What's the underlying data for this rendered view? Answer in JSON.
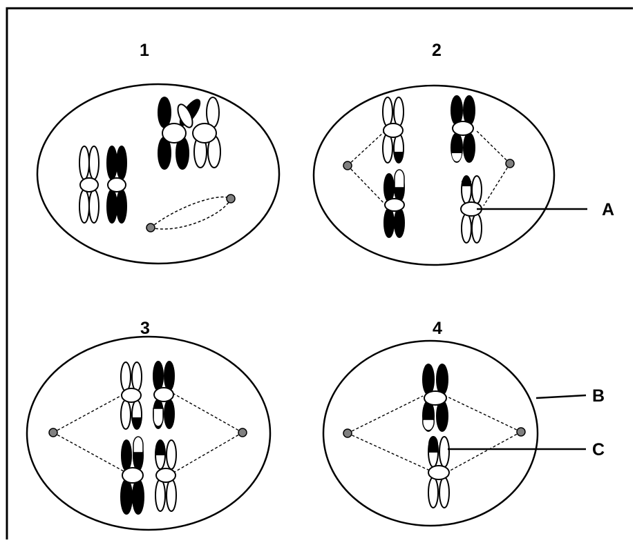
{
  "panels": [
    {
      "number": "1"
    },
    {
      "number": "2"
    },
    {
      "number": "3"
    },
    {
      "number": "4"
    }
  ],
  "labels": {
    "a": "A",
    "b": "B",
    "c": "C"
  },
  "colors": {
    "outline": "#000000",
    "dark_chromatid": "#000000",
    "light_chromatid": "#ffffff",
    "centriole": "#808080"
  }
}
